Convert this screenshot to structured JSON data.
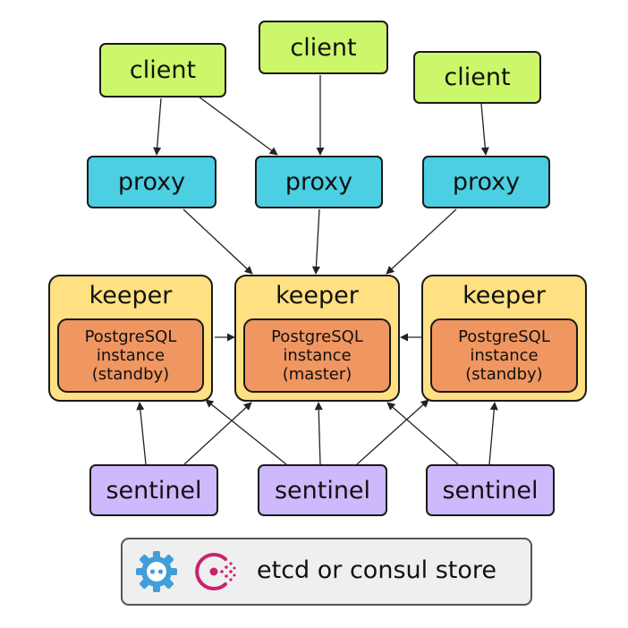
{
  "clients": [
    "client",
    "client",
    "client"
  ],
  "proxies": [
    "proxy",
    "proxy",
    "proxy"
  ],
  "keepers": [
    {
      "label": "keeper",
      "line1": "PostgreSQL",
      "line2": "instance",
      "line3": "(standby)"
    },
    {
      "label": "keeper",
      "line1": "PostgreSQL",
      "line2": "instance",
      "line3": "(master)"
    },
    {
      "label": "keeper",
      "line1": "PostgreSQL",
      "line2": "instance",
      "line3": "(standby)"
    }
  ],
  "sentinels": [
    "sentinel",
    "sentinel",
    "sentinel"
  ],
  "store": {
    "label": "etcd or consul store",
    "icons": [
      "etcd-icon",
      "consul-icon"
    ]
  },
  "colors": {
    "client": "#ccf76a",
    "proxy": "#4ccfe2",
    "keeper": "#ffe082",
    "postgres": "#f09660",
    "sentinel": "#cdb9fb",
    "store": "#efefef",
    "etcd": "#419eda",
    "consul": "#ca2171"
  }
}
